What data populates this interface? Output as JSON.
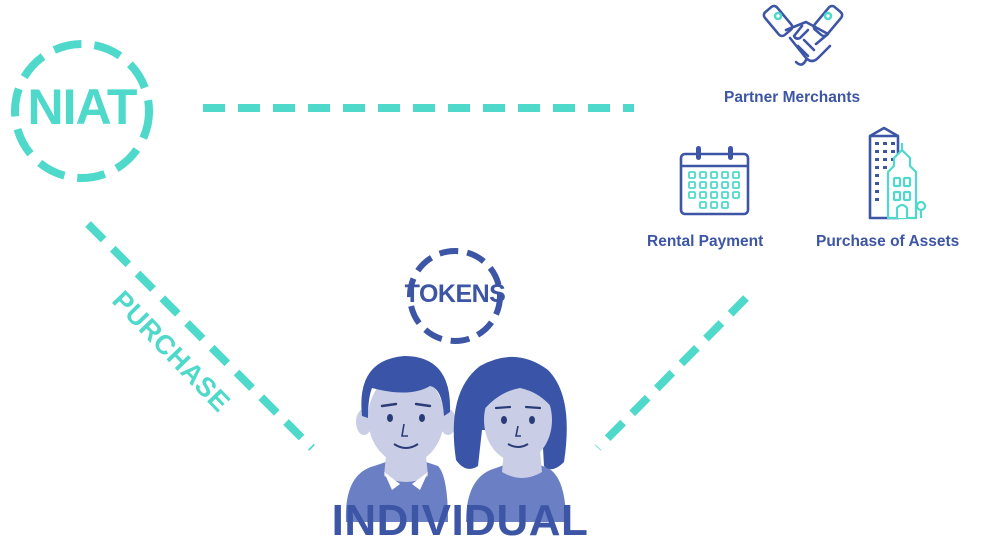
{
  "colors": {
    "teal": "#4ed9cb",
    "blue": "#3d55a5",
    "person_skin": "#c9cde6",
    "person_hair": "#3a55a8",
    "person_shirt": "#6b80c4"
  },
  "nodes": {
    "niat": "NIAT",
    "tokens": "TOKENS",
    "individual": "INDIVIDUAL"
  },
  "edges": {
    "purchase": "PURCHASE"
  },
  "merchants": {
    "partner": {
      "label": "Partner Merchants",
      "icon": "handshake-icon"
    },
    "rental": {
      "label": "Rental Payment",
      "icon": "calendar-icon"
    },
    "assets": {
      "label": "Purchase of Assets",
      "icon": "building-icon"
    }
  },
  "people": [
    "male-avatar-icon",
    "female-avatar-icon"
  ]
}
